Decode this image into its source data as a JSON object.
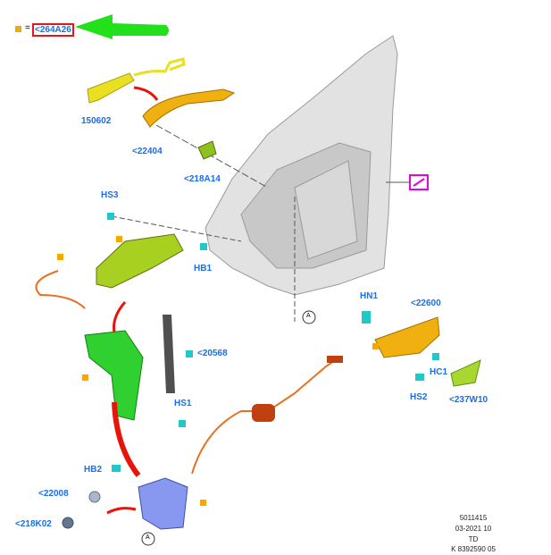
{
  "legend": {
    "equals": "=",
    "ref": "<264A26",
    "marker_color": "#f5a800"
  },
  "labels": {
    "p150602": "150602",
    "p22404": "<22404",
    "p218A14": "<218A14",
    "hs3": "HS3",
    "hb1": "HB1",
    "p20568": "<20568",
    "hs1": "HS1",
    "hn1": "HN1",
    "p22600": "<22600",
    "hc1": "HC1",
    "hs2": "HS2",
    "p237W10": "<237W10",
    "hb2": "HB2",
    "p22008": "<22008",
    "p218K02": "<218K02",
    "callout_a": "A"
  },
  "meta": {
    "line1": "5011415",
    "line2": "03-2021 10",
    "line3": "TD",
    "line4": "K 8392590 05"
  },
  "colors": {
    "label": "#1a6fe8",
    "arrow_green": "#22e01a",
    "arrow_red": "#e8140c",
    "highlight": "#e8141c",
    "callout_magenta": "#e800e8"
  }
}
